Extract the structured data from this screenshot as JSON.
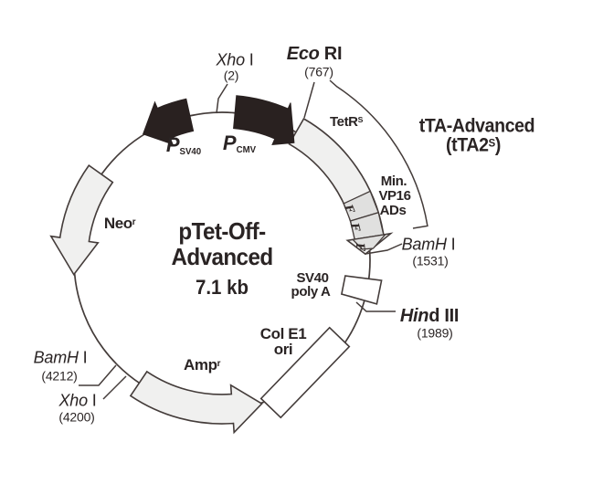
{
  "diagram": {
    "title_line1": "pTet-Off-",
    "title_line2": "Advanced",
    "size_label": "7.1 kb",
    "sites": {
      "xho1": {
        "enzyme_italic": "Xho",
        "enzyme_rest": " I",
        "position": "(2)"
      },
      "ecoRI": {
        "enzyme_italic": "Eco",
        "enzyme_rest": " RI",
        "position": "(767)"
      },
      "bamhi_1531": {
        "enzyme_italic": "BamH",
        "enzyme_rest": " I",
        "position": "(1531)"
      },
      "hindIII": {
        "enzyme_italic": "Hin",
        "enzyme_rest": "d III",
        "position": "(1989)"
      },
      "bamhi_4212": {
        "enzyme_italic": "BamH",
        "enzyme_rest": " I",
        "position": "(4212)"
      },
      "xho_4200": {
        "enzyme_italic": "Xho",
        "enzyme_rest": " I",
        "position": "(4200)"
      }
    },
    "features": {
      "tetR": {
        "label": "TetR",
        "sup": "S"
      },
      "tta": {
        "line1": "tTA-Advanced",
        "line2_pre": "(tTA2",
        "line2_sup": "S",
        "line2_post": ")"
      },
      "min_vp16": {
        "line1": "Min.",
        "line2": "VP16",
        "line3": "ADs"
      },
      "vp16_f": [
        "F",
        "F",
        "F"
      ],
      "sv40_polya": {
        "line1": "SV40",
        "line2": "poly A"
      },
      "col_e1": {
        "line1": "Col E1",
        "line2": "ori"
      },
      "amp": {
        "label": "Amp",
        "sup": "r"
      },
      "neo": {
        "label": "Neo",
        "sup": "r"
      },
      "p_sv40": {
        "label": "P",
        "sub": "SV40"
      },
      "p_cmv": {
        "label": "P",
        "sub": "CMV"
      }
    },
    "colors": {
      "ink": "#443c3a",
      "text": "#2a2424",
      "dark_arrow": "#292120",
      "band_fill": "#f0f0ef",
      "cell_fill": "#e0e0df",
      "background": "#ffffff"
    }
  }
}
